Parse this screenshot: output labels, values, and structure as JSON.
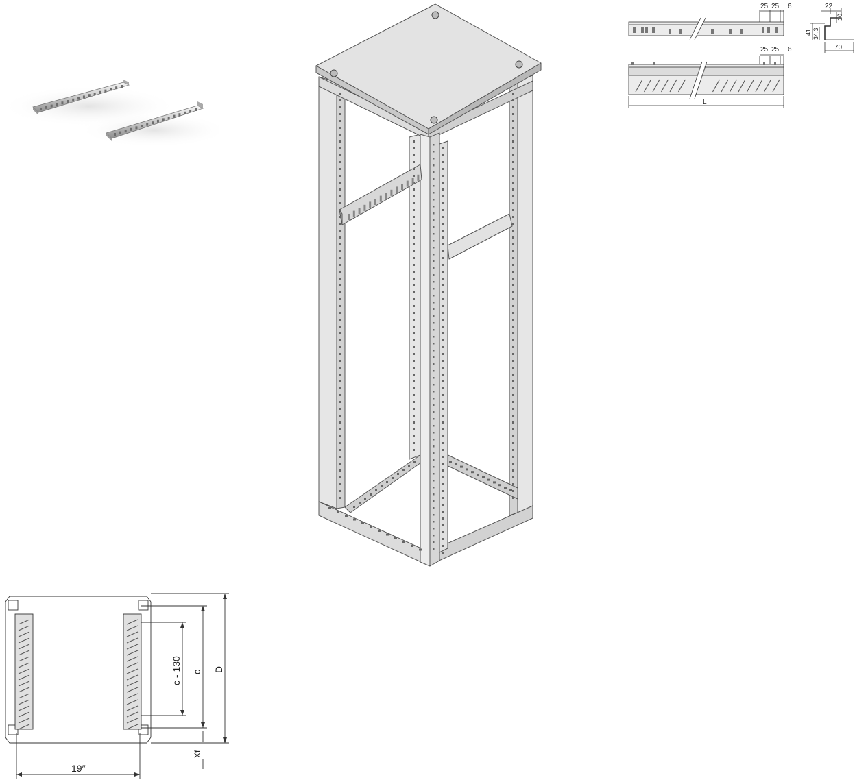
{
  "profile_drawing": {
    "top_dims": [
      "25",
      "25",
      "6"
    ],
    "bottom_dims": [
      "25",
      "25",
      "6"
    ],
    "length_label": "L"
  },
  "section_drawing": {
    "width_top": "22",
    "lip": "10",
    "height_outer": "41",
    "height_inner": "34,3",
    "depth": "70"
  },
  "plan_drawing": {
    "dim_c130": "c - 130",
    "dim_c": "c",
    "dim_D": "D",
    "dim_xf": "Xf",
    "dim_19": "19″"
  }
}
